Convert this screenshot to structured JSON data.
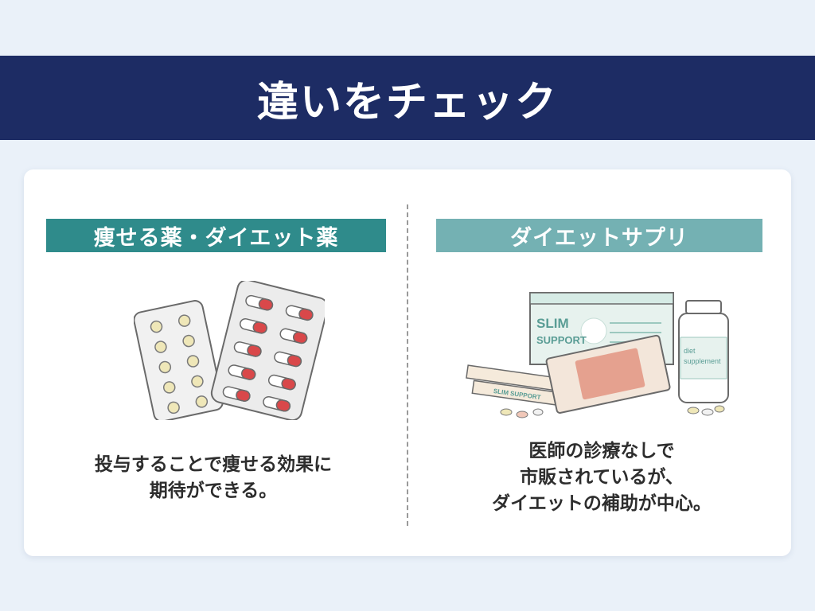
{
  "banner": {
    "title": "違いをチェック"
  },
  "left": {
    "header": "痩せる薬・ダイエット薬",
    "description": [
      "投与することで痩せる効果に",
      "期待ができる。"
    ]
  },
  "right": {
    "header": "ダイエットサプリ",
    "description": [
      "医師の診療なしで",
      "市販されているが、",
      "ダイエットの補助が中心。"
    ],
    "box_label": [
      "SLIM",
      "SUPPORT"
    ],
    "bottle_label": [
      "diet",
      "supplement"
    ],
    "pouch_label": "SLIM SUPPORT"
  },
  "colors": {
    "banner": "#1d2c64",
    "left_header": "#2f8b8b",
    "right_header": "#74b1b3",
    "capsule_red": "#d9484a"
  }
}
